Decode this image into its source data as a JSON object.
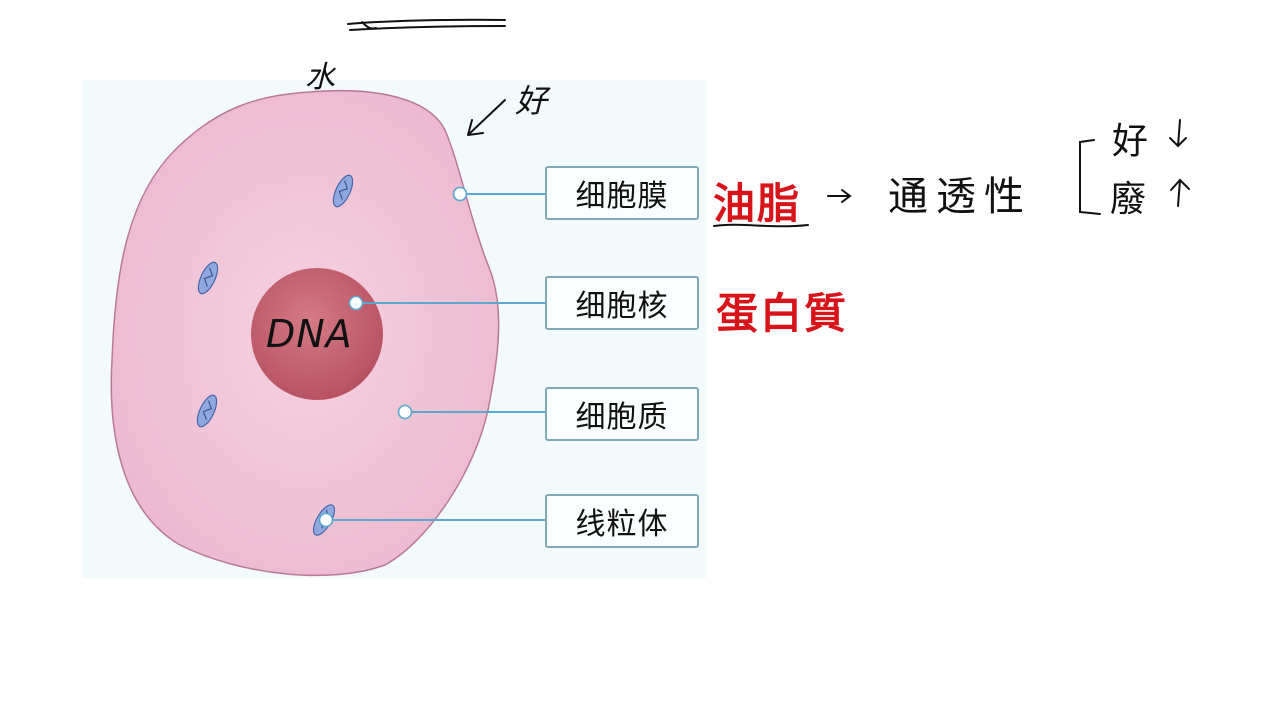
{
  "diagram": {
    "labels": {
      "membrane": "细胞膜",
      "nucleus": "细胞核",
      "cytoplasm": "细胞质",
      "mitochondria": "线粒体"
    },
    "nucleus_text": "DNA"
  },
  "annotations": {
    "fat": "油脂",
    "protein": "蛋白質",
    "permeability": "通透性",
    "good": "好",
    "bad": "廢",
    "top_mark": "水",
    "side_good": "好"
  },
  "colors": {
    "cell_fill": "#f1c8da",
    "cell_stroke": "#b06a8a",
    "nucleus": "#c05a66",
    "mito": "#6f8fc9",
    "leader": "#5aa7d0",
    "emphasis": "#d8141b"
  }
}
